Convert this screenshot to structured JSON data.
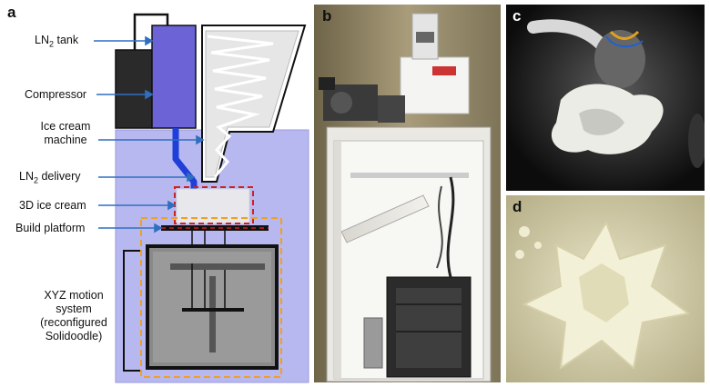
{
  "panels": {
    "a": "a",
    "b": "b",
    "c": "c",
    "d": "d"
  },
  "labels": {
    "ln2_tank_prefix": "LN",
    "ln2_tank_sub": "2",
    "ln2_tank_suffix": " tank",
    "compressor": "Compressor",
    "ice_cream_machine_line1": "Ice cream",
    "ice_cream_machine_line2": "machine",
    "ln2_delivery_prefix": "LN",
    "ln2_delivery_sub": "2",
    "ln2_delivery_suffix": " delivery",
    "ice_cream_3d": "3D ice cream",
    "build_platform": "Build platform",
    "xyz_line1": "XYZ motion",
    "xyz_line2": "system",
    "xyz_line3": "(reconfigured",
    "xyz_line4": "Solidoodle)"
  },
  "colors": {
    "enclosure": "#b8b8f0",
    "tank": "#6b63d6",
    "compressor": "#2a2a2a",
    "arrow": "#2f6fc0",
    "delivery_pipe": "#1f3fd8",
    "red_dash": "#d02020",
    "orange_dash": "#f0a020",
    "motion_frame": "#8a8a8a"
  }
}
